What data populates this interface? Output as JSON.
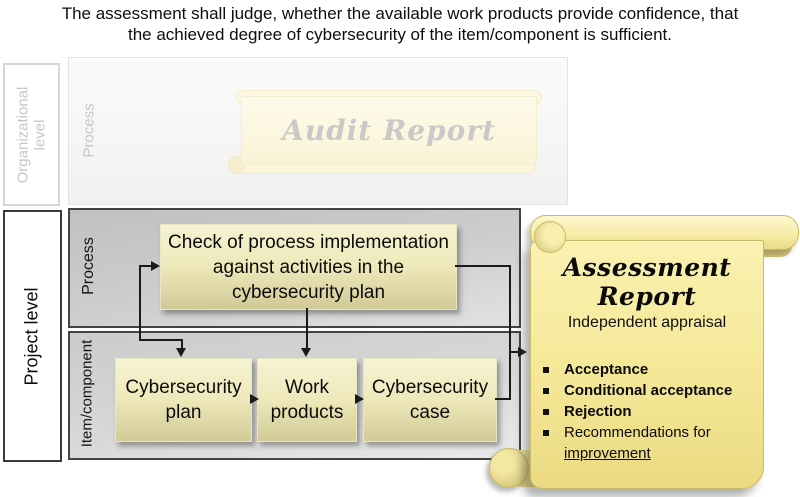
{
  "title": {
    "line1": "The assessment shall judge, whether the available work products provide confidence, that",
    "line2": "the achieved degree of cybersecurity of the item/component is sufficient."
  },
  "organizational_level": {
    "label": "Organizational level",
    "process_label": "Process",
    "audit_report": {
      "title": "Audit Report"
    }
  },
  "project_level": {
    "label": "Project level",
    "process_band": {
      "label": "Process",
      "check_box": "Check of process implementation against activities in the cybersecurity plan"
    },
    "item_band": {
      "label": "Item/component",
      "plan_box": "Cybersecurity plan",
      "work_box": "Work products",
      "case_box": "Cybersecurity case"
    }
  },
  "assessment_report": {
    "title": "Assessment Report",
    "subtitle": "Independent appraisal",
    "bullets": [
      {
        "text": "Acceptance",
        "bold": true
      },
      {
        "text": "Conditional acceptance",
        "bold": true
      },
      {
        "text": "Rejection",
        "bold": true
      },
      {
        "text": "Recommendations for",
        "underlined": "improvement",
        "bold": false
      }
    ]
  },
  "colors": {
    "scroll_yellow": "#F6EC9F",
    "box_yellow_top": "#F5F2CE",
    "box_yellow_bottom": "#D2CB99",
    "process_band_gray": "#C9C9C9",
    "faded_text_gray": "#C7C7C7",
    "arrow_black": "#1A1A1A"
  }
}
